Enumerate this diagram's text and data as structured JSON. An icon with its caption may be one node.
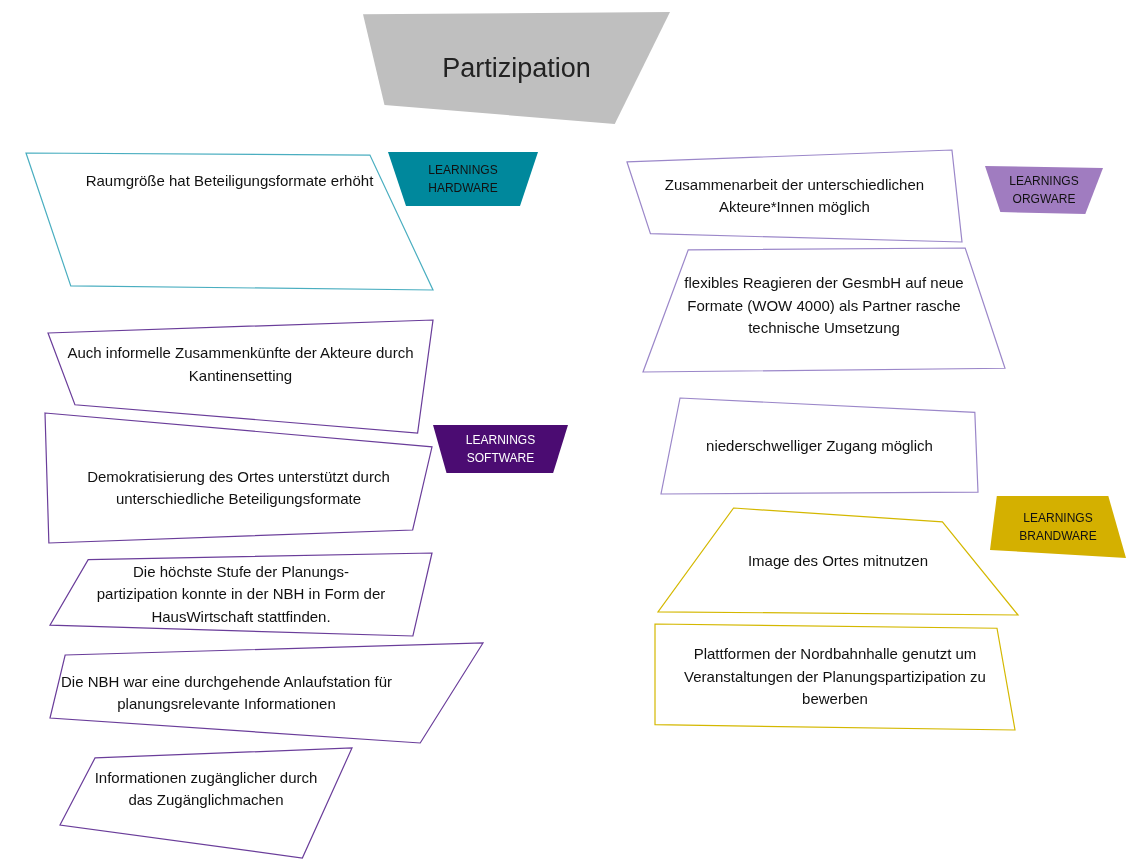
{
  "diagram": {
    "nodes": [
      {
        "text": [
          "Partizipation"
        ]
      },
      {
        "text": [
          "LEARNINGS HARDWARE"
        ]
      },
      {
        "text": [
          "Raumgröße hat Beteiligungsformate erhöht"
        ]
      },
      {
        "text": [
          "Auch informelle Zusammenkünfte der Akteure durch Kantinensetting"
        ]
      },
      {
        "text": [
          "LEARNINGS SOFTWARE"
        ]
      },
      {
        "text": [
          "Demokratisierung des Ortes unterstützt durch unterschiedliche Beteiligungsformate"
        ]
      },
      {
        "text": [
          "Die höchste Stufe der Planungs- partizipation konnte in der NBH in Form der HausWirtschaft stattfinden."
        ]
      },
      {
        "text": [
          "Die NBH war eine durchgehende Anlaufstation für planungsrelevante Informationen"
        ]
      },
      {
        "text": [
          "Informationen zugänglicher durch das Zugänglichmachen"
        ]
      },
      {
        "text": [
          "Zusammenarbeit der unterschiedlichen Akteure*Innen möglich"
        ]
      },
      {
        "text": [
          "LEARNINGS ORGWARE"
        ]
      },
      {
        "text": [
          "flexibles Reagieren der GesmbH auf neue Formate (WOW 4000) als Partner rasche technische Umsetzung"
        ]
      },
      {
        "text": [
          "niederschwelliger Zugang möglich"
        ]
      },
      {
        "text": [
          "LEARNINGS BRANDWARE"
        ]
      },
      {
        "text": [
          "Image des Ortes mitnutzen"
        ]
      },
      {
        "text": [
          "Plattformen der Nordbahnhalle genutzt um Veranstaltungen der Planungspartizipation zu bewerben"
        ]
      }
    ]
  }
}
